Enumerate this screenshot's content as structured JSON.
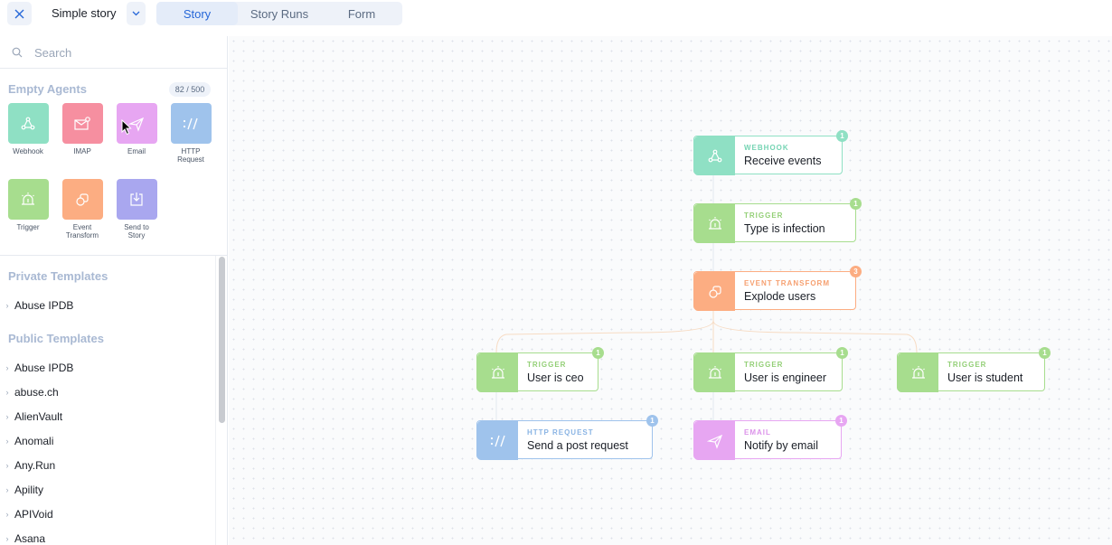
{
  "header": {
    "story_name": "Simple story",
    "tabs": [
      {
        "label": "Story"
      },
      {
        "label": "Story Runs"
      },
      {
        "label": "Form"
      }
    ]
  },
  "sidebar": {
    "search": {
      "placeholder": "Search",
      "value": ""
    },
    "empty_agents": {
      "title": "Empty Agents",
      "count": "82 / 500",
      "items": [
        {
          "label": "Webhook",
          "color": "#8fe0c4",
          "icon": "webhook-icon"
        },
        {
          "label": "IMAP",
          "color": "#f68fa0",
          "icon": "mail-icon"
        },
        {
          "label": "Email",
          "color": "#e7a6f2",
          "icon": "paper-plane-icon"
        },
        {
          "label": "HTTP Request",
          "color": "#9fc3ec",
          "icon": "http-icon"
        },
        {
          "label": "Trigger",
          "color": "#a7dd8e",
          "icon": "alarm-icon"
        },
        {
          "label": "Event Transform",
          "color": "#fcad82",
          "icon": "transform-icon"
        },
        {
          "label": "Send to Story",
          "color": "#a9a7ef",
          "icon": "send-story-icon"
        }
      ]
    },
    "private_templates": {
      "title": "Private Templates",
      "items": [
        "Abuse IPDB"
      ]
    },
    "public_templates": {
      "title": "Public Templates",
      "items": [
        "Abuse IPDB",
        "abuse.ch",
        "AlienVault",
        "Anomali",
        "Any.Run",
        "Apility",
        "APIVoid",
        "Asana"
      ]
    }
  },
  "canvas": {
    "nodes": [
      {
        "type": "WEBHOOK",
        "name": "Receive events",
        "badge": "1",
        "color": "#8fe0c4",
        "type_color": "#75d4b3",
        "icon": "webhook-icon"
      },
      {
        "type": "TRIGGER",
        "name": "Type is infection",
        "badge": "1",
        "color": "#a7dd8e",
        "type_color": "#93cf76",
        "icon": "alarm-icon"
      },
      {
        "type": "EVENT TRANSFORM",
        "name": "Explode users",
        "badge": "3",
        "color": "#fcad82",
        "type_color": "#f6a070",
        "icon": "transform-icon"
      },
      {
        "type": "TRIGGER",
        "name": "User is ceo",
        "badge": "1",
        "color": "#a7dd8e",
        "type_color": "#93cf76",
        "icon": "alarm-icon"
      },
      {
        "type": "TRIGGER",
        "name": "User is engineer",
        "badge": "1",
        "color": "#a7dd8e",
        "type_color": "#93cf76",
        "icon": "alarm-icon"
      },
      {
        "type": "TRIGGER",
        "name": "User is student",
        "badge": "1",
        "color": "#a7dd8e",
        "type_color": "#93cf76",
        "icon": "alarm-icon"
      },
      {
        "type": "HTTP REQUEST",
        "name": "Send a post request",
        "badge": "1",
        "color": "#9fc3ec",
        "type_color": "#8ab4e4",
        "icon": "http-icon"
      },
      {
        "type": "EMAIL",
        "name": "Notify by email",
        "badge": "1",
        "color": "#e7a6f2",
        "type_color": "#dc93ea",
        "icon": "paper-plane-icon"
      }
    ]
  }
}
